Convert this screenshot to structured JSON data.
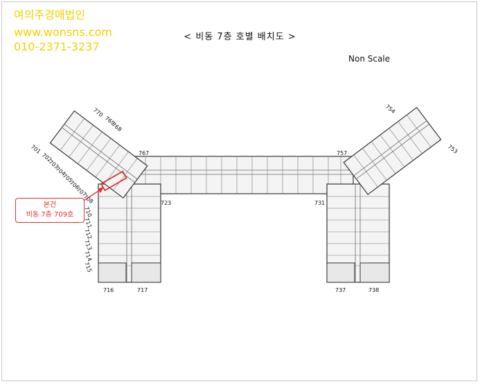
{
  "watermark": {
    "company": "여의주경매법인",
    "website": "www.wonsns.com",
    "phone": "010-2371-3237"
  },
  "header": {
    "title": "< 비동 7층 호별 배치도 >",
    "scale_note": "Non Scale"
  },
  "callout": {
    "line1": "본건",
    "line2": "비동 7층 709호"
  },
  "units": {
    "u770": "770",
    "u769": "769",
    "u768": "768",
    "u767": "767",
    "u701": "701",
    "u702": "702",
    "u703": "703",
    "u704": "704",
    "u705": "705",
    "u706": "706",
    "u707": "707",
    "u708": "708",
    "u710": "710",
    "u711": "711",
    "u712": "712",
    "u713": "713",
    "u714": "714",
    "u715": "715",
    "u716": "716",
    "u717": "717",
    "u723": "723",
    "u754": "754",
    "u753": "753",
    "u757": "757",
    "u731": "731",
    "u737": "737",
    "u738": "738"
  },
  "colors": {
    "highlight": "#e03030",
    "watermark": "#f5d000"
  }
}
